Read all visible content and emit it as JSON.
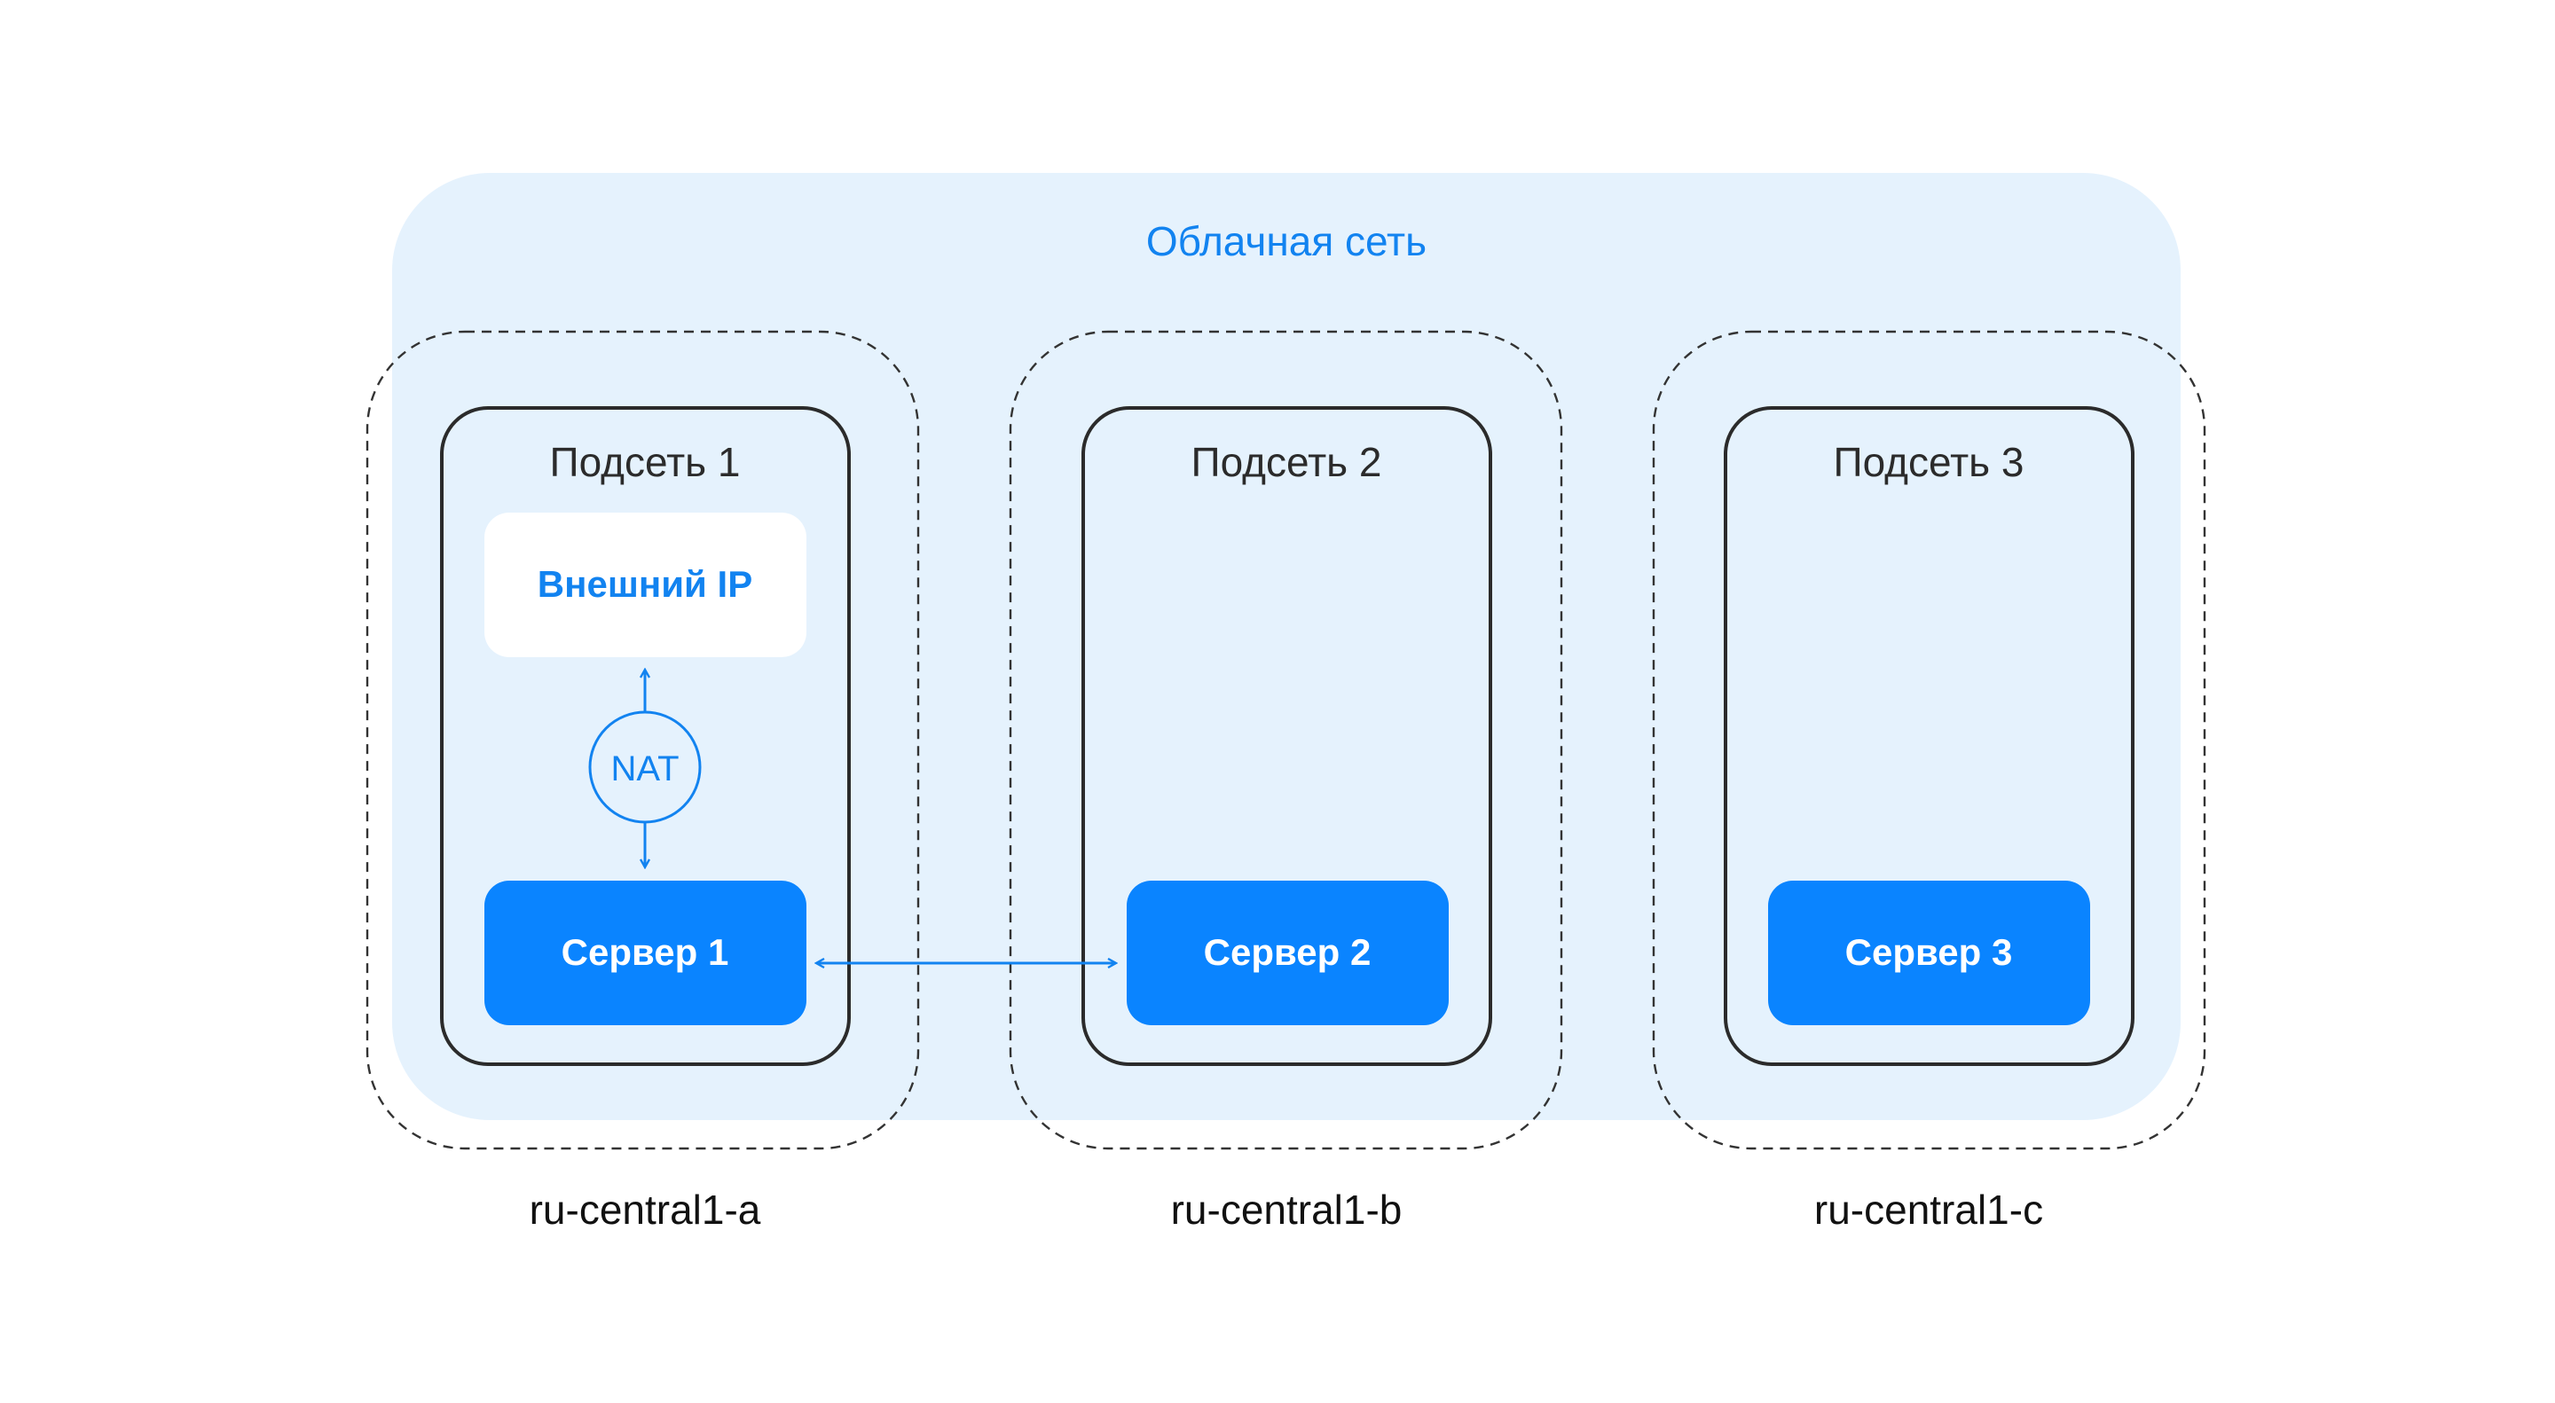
{
  "network": {
    "title": "Облачная сеть",
    "fill_color": "#e5f2fd",
    "title_color": "#1283f0"
  },
  "zones": [
    {
      "label": "ru-central1-a",
      "subnet": {
        "title": "Подсеть 1",
        "external_ip": "Внешний IP",
        "nat": "NAT",
        "server": "Сервер 1"
      }
    },
    {
      "label": "ru-central1-b",
      "subnet": {
        "title": "Подсеть 2",
        "server": "Сервер 2"
      }
    },
    {
      "label": "ru-central1-c",
      "subnet": {
        "title": "Подсеть 3",
        "server": "Сервер 3"
      }
    }
  ],
  "connections": [
    {
      "from": "Сервер 1",
      "to": "Сервер 2",
      "type": "bidirectional"
    },
    {
      "from": "NAT",
      "to": "Внешний IP",
      "type": "directed"
    },
    {
      "from": "NAT",
      "to": "Сервер 1",
      "type": "directed"
    }
  ],
  "colors": {
    "server_fill": "#0a84ff",
    "accent": "#1283f0",
    "border": "#2b2b2b",
    "zone_border": "#333333",
    "external_ip_fill": "#ffffff"
  }
}
